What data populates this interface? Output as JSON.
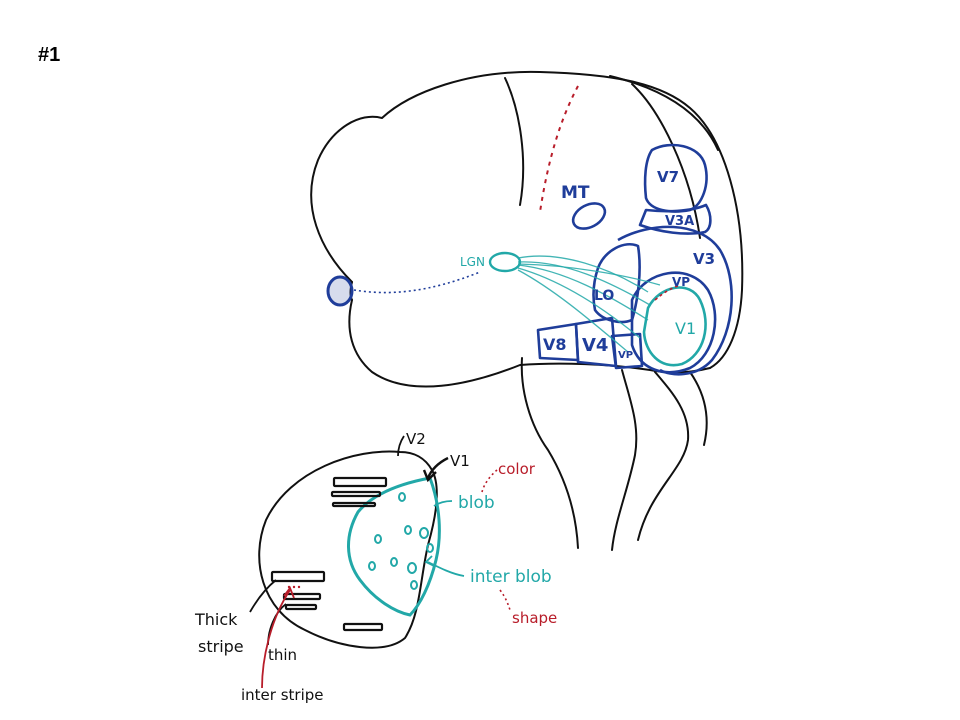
{
  "slide": {
    "number": "#1"
  },
  "brain_labels": {
    "mt": "MT",
    "lgn": "LGN",
    "v7": "V7",
    "v3a": "V3A",
    "v3": "V3",
    "vp_upper": "VP",
    "lo": "LO",
    "v1": "V1",
    "v8": "V8",
    "v4": "V4",
    "vp_lower": "VP"
  },
  "inset_labels": {
    "v2": "V2",
    "v1": "V1",
    "color": "color",
    "blob": "blob",
    "interblob": "inter blob",
    "shape": "shape",
    "thick_stripe_1": "Thick",
    "thick_stripe_2": "stripe",
    "thin": "thin",
    "interstripe": "inter stripe"
  },
  "colors": {
    "ink": "#111111",
    "blue": "#1f3d9a",
    "cyan": "#22a8a8",
    "red": "#b81d2a"
  }
}
